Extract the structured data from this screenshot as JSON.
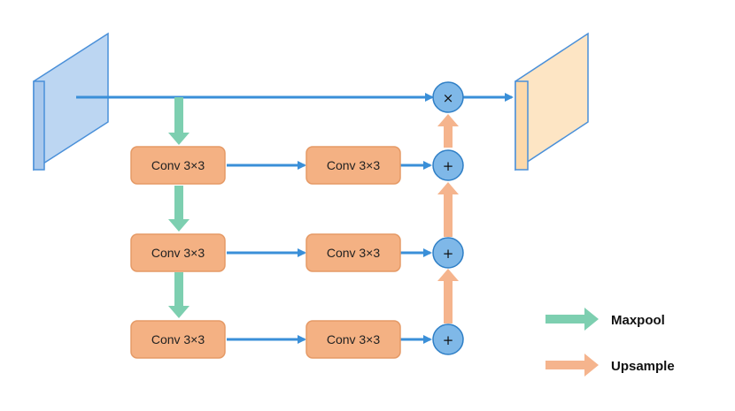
{
  "colors": {
    "blue_arrow": "#3a8fd8",
    "green_arrow": "#7dcfb0",
    "orange_arrow": "#f5b48d",
    "conv_fill": "#f4b183",
    "conv_stroke": "#e59a66",
    "op_fill": "#7fb8e8",
    "op_stroke": "#2f7fc6",
    "input_front": "#a9c8ec",
    "input_side": "#bcd6f2",
    "input_stroke": "#4a90d9",
    "output_front": "#fdd9aa",
    "output_side": "#fde5c4",
    "output_stroke": "#4a90d9"
  },
  "blocks": {
    "left_col": [
      "Conv 3×3",
      "Conv 3×3",
      "Conv 3×3"
    ],
    "right_col": [
      "Conv 3×3",
      "Conv 3×3",
      "Conv 3×3"
    ]
  },
  "ops": {
    "multiply": "×",
    "add": [
      "+",
      "+",
      "+"
    ]
  },
  "legend": {
    "maxpool": "Maxpool",
    "upsample": "Upsample"
  }
}
